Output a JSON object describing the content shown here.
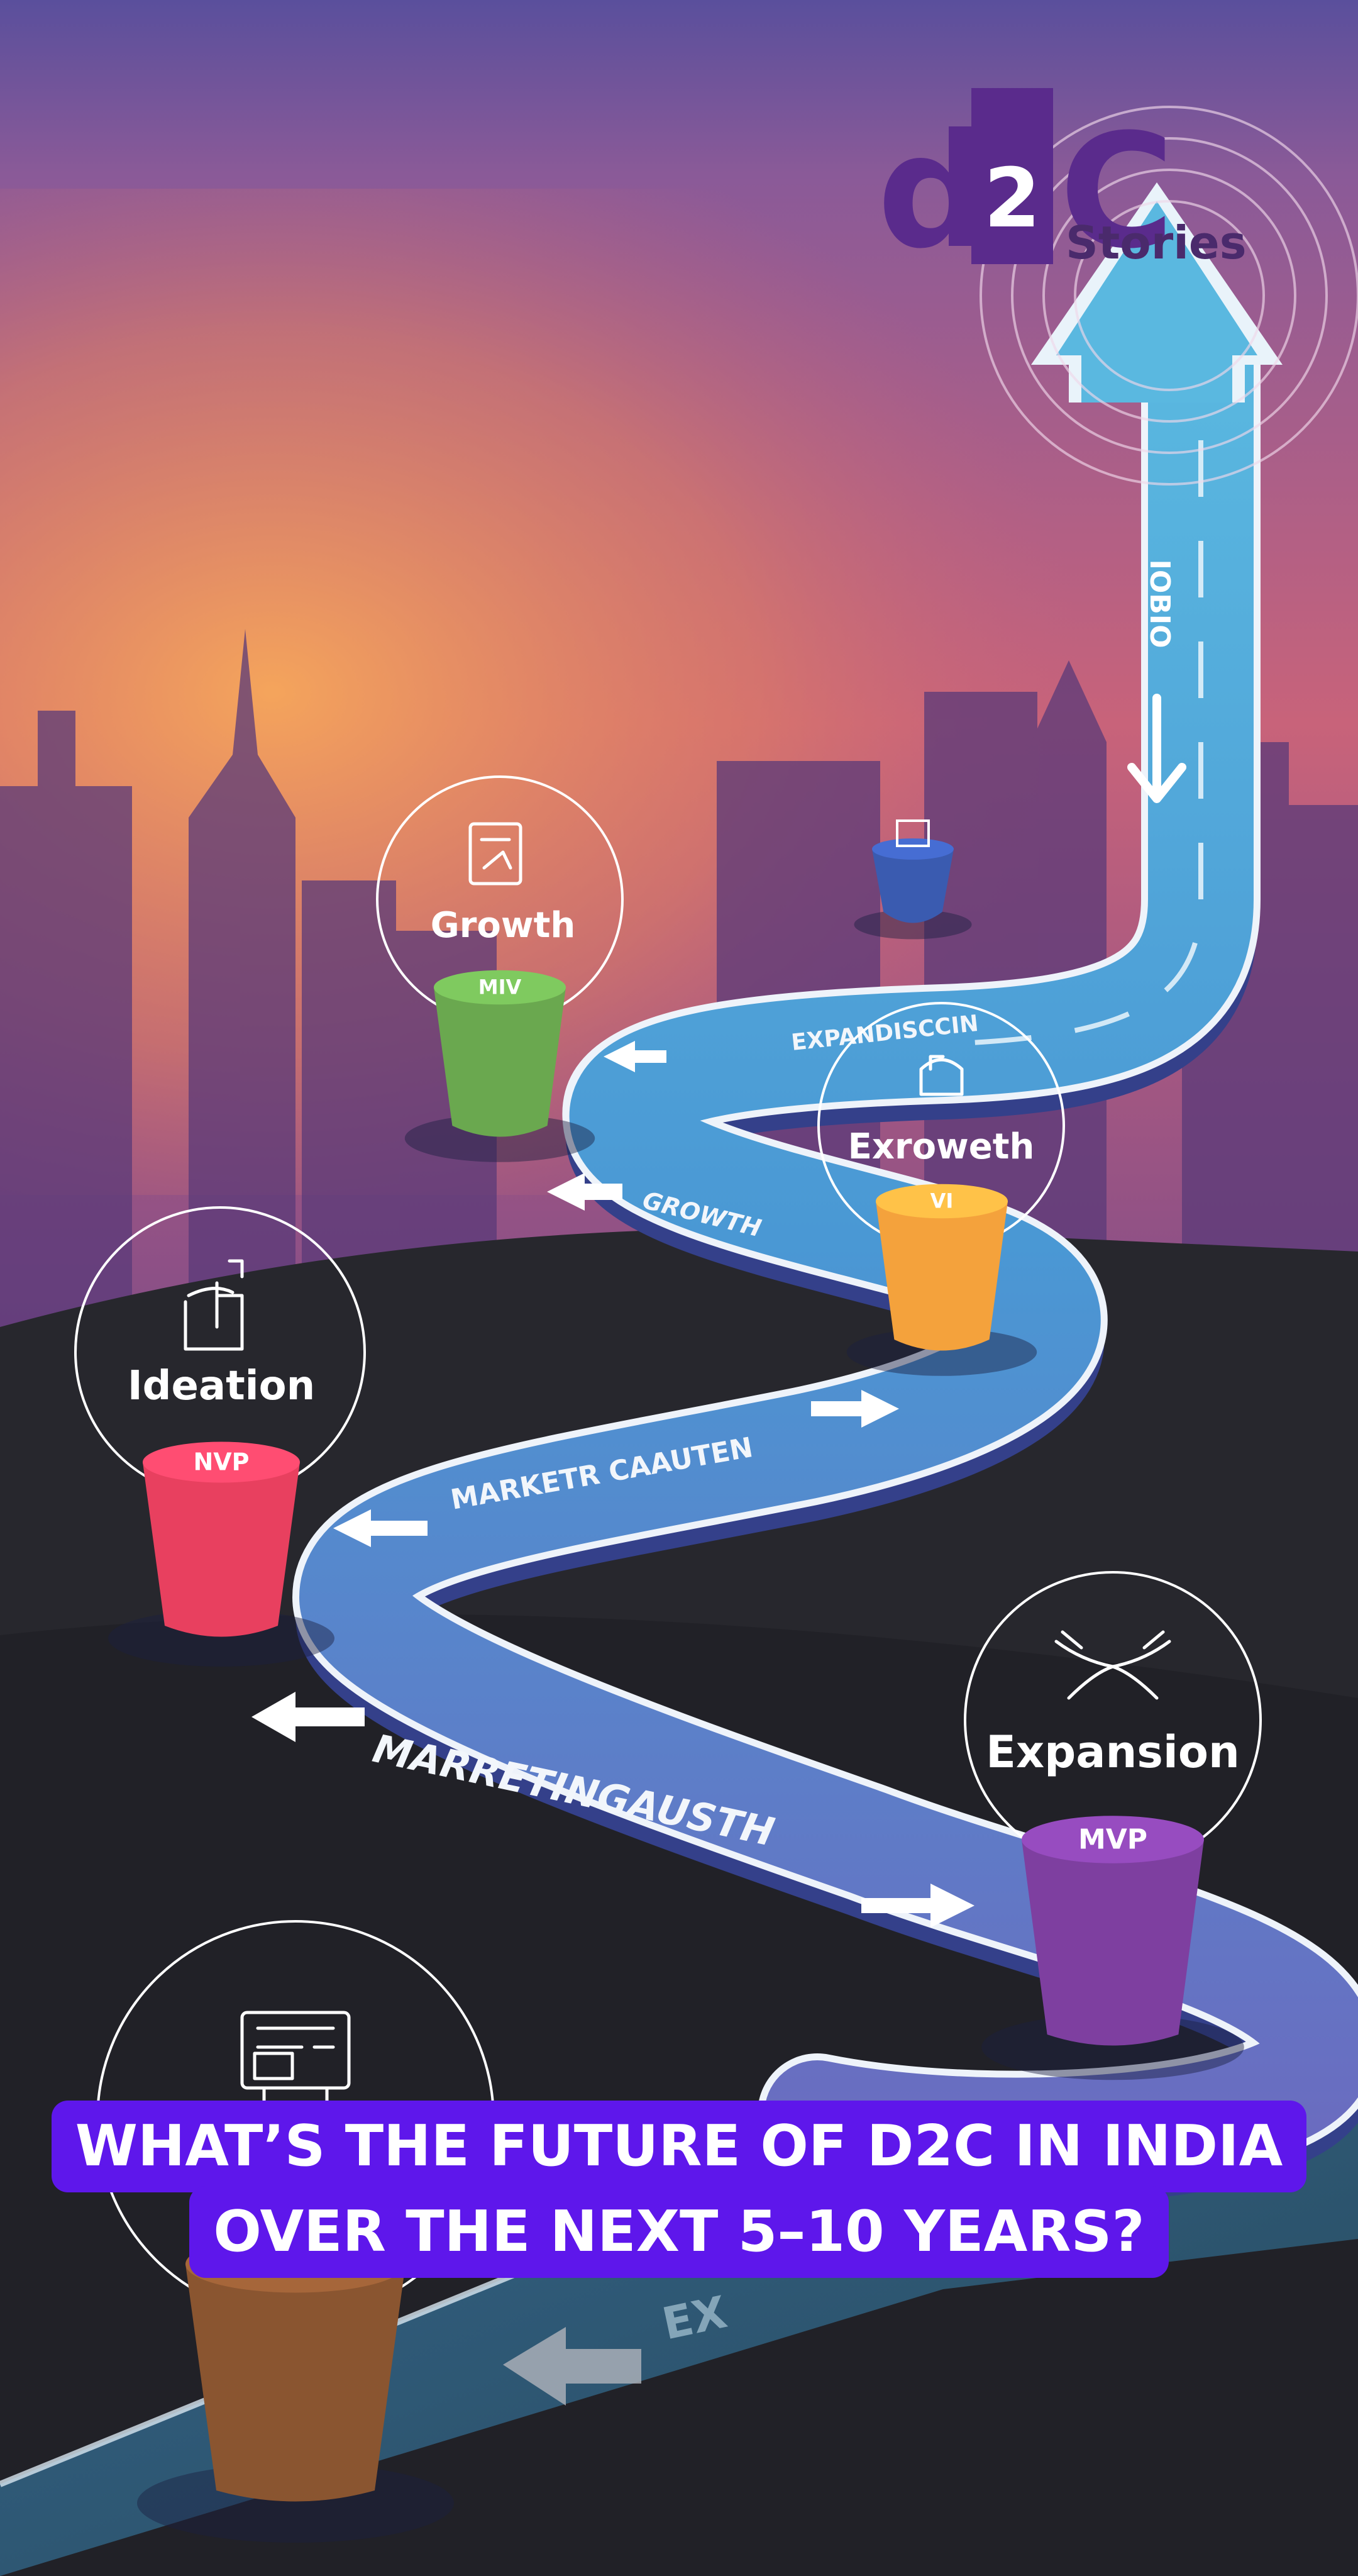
{
  "logo": {
    "d": "d",
    "two": "2",
    "c": "C",
    "stories": "Stories"
  },
  "arrow_text": "IOBIO",
  "milestones": [
    {
      "label": "Growth",
      "cup_label": "MIV",
      "color": "#6aa84f"
    },
    {
      "label": "Exroweth",
      "cup_label": "VI",
      "color": "#f4a23c"
    },
    {
      "label": "Ideation",
      "cup_label": "NVP",
      "color": "#e8405f"
    },
    {
      "label": "Expansion",
      "cup_label": "MVP",
      "color": "#7e3fa0"
    },
    {
      "label": "",
      "cup_label": "",
      "color": "#8a5530"
    }
  ],
  "small_cup_color": "#3a5bb0",
  "road_labels": [
    "EXPANDISCCIN",
    "GROWTH",
    "MARKETR CAAUTEN",
    "MARRETINGAUSTH",
    "EX"
  ],
  "headline": {
    "line1": "WHAT’S THE FUTURE OF D2C IN INDIA",
    "line2": "OVER THE NEXT 5–10 YEARS?"
  },
  "colors": {
    "sky_top": "#6a5aa8",
    "sky_mid": "#c0607a",
    "sky_glow": "#f5a05a",
    "road": "#4a9ed8",
    "road_edge": "#3a4890",
    "ground": "#26262c",
    "accent": "#5e17eb"
  }
}
